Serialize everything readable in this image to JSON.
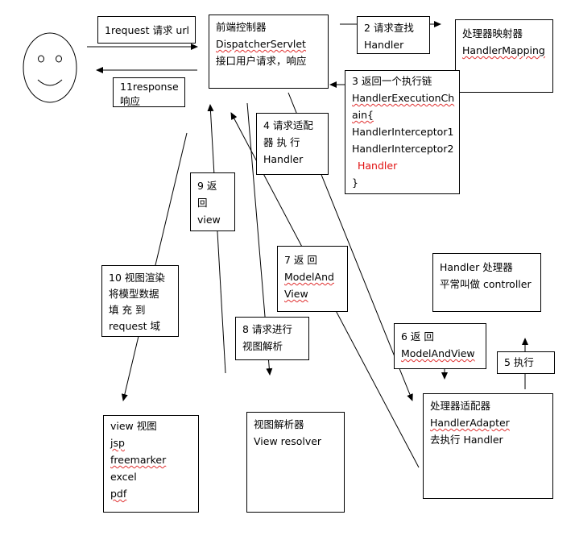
{
  "colors": {
    "line": "#000000",
    "highlight": "#e01010",
    "spellcheck": "#e03030"
  },
  "actor": {
    "icon": "smiley-face-icon"
  },
  "boxes": {
    "request": {
      "lines": [
        "1request 请求 url"
      ]
    },
    "front_controller": {
      "lines": [
        "前端控制器",
        "DispatcherServlet",
        "接口用户请求，响应"
      ]
    },
    "find_handler": {
      "lines": [
        "2 请求查找",
        "Handler"
      ]
    },
    "handler_mapping": {
      "lines": [
        "处理器映射器",
        "HandlerMapping"
      ]
    },
    "response": {
      "lines": [
        "11response",
        "响应"
      ]
    },
    "execution_chain": {
      "lines": [
        "3 返回一个执行链",
        "HandlerExecutionCh",
        "ain{",
        "HandlerInterceptor1",
        "HandlerInterceptor2",
        "Handler",
        "}"
      ]
    },
    "request_adapter": {
      "lines": [
        "4 请求适配",
        "器 执 行",
        "Handler"
      ]
    },
    "return_view": {
      "lines": [
        "9 返",
        "回",
        "view"
      ]
    },
    "render_view": {
      "lines": [
        "10 视图渲染",
        "将模型数据",
        "填 充 到",
        "request 域"
      ]
    },
    "return_mav_7": {
      "lines": [
        "7 返 回",
        "ModelAnd",
        "View"
      ]
    },
    "handler_note": {
      "lines": [
        "Handler 处理器",
        "平常叫做 controller"
      ]
    },
    "resolve_view": {
      "lines": [
        "8 请求进行",
        "视图解析"
      ]
    },
    "return_mav_6": {
      "lines": [
        "6 返 回",
        "ModelAndView"
      ]
    },
    "execute": {
      "lines": [
        "5 执行"
      ]
    },
    "view_types": {
      "lines": [
        "view 视图",
        "jsp",
        "freemarker",
        "excel",
        "pdf"
      ]
    },
    "view_resolver": {
      "lines": [
        "视图解析器",
        "View resolver"
      ]
    },
    "handler_adapter": {
      "lines": [
        "处理器适配器",
        "HandlerAdapter",
        "去执行 Handler"
      ]
    }
  }
}
